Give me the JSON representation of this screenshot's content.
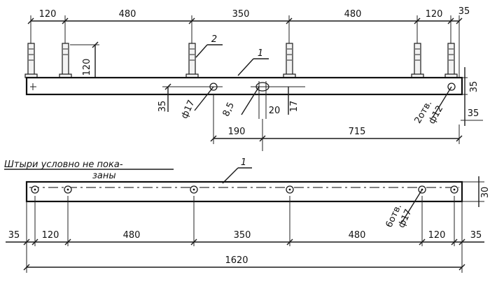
{
  "side_view": {
    "top_dims": [
      "120",
      "480",
      "350",
      "480",
      "120",
      "35"
    ],
    "pin_height": "120",
    "callouts": {
      "pin": "2",
      "bar": "1"
    },
    "hole_dims": {
      "d17_left": "ф17",
      "offset_35": "35",
      "slot": "8,5",
      "slot_20": "20",
      "slot_17": "17",
      "holes_right": "2отв.",
      "holes_right_d": "ф12",
      "right_35": "35",
      "right_35b": "35"
    },
    "bottom_dims": [
      "190",
      "715"
    ]
  },
  "plan_view": {
    "note_line1": "Штыри условно не пока-",
    "note_line2": "заны",
    "callout_bar": "1",
    "holes_label": "6отв.",
    "holes_d": "ф17",
    "height_dim": "30",
    "dims": [
      "35",
      "120",
      "480",
      "350",
      "480",
      "120",
      "35"
    ],
    "total": "1620"
  }
}
